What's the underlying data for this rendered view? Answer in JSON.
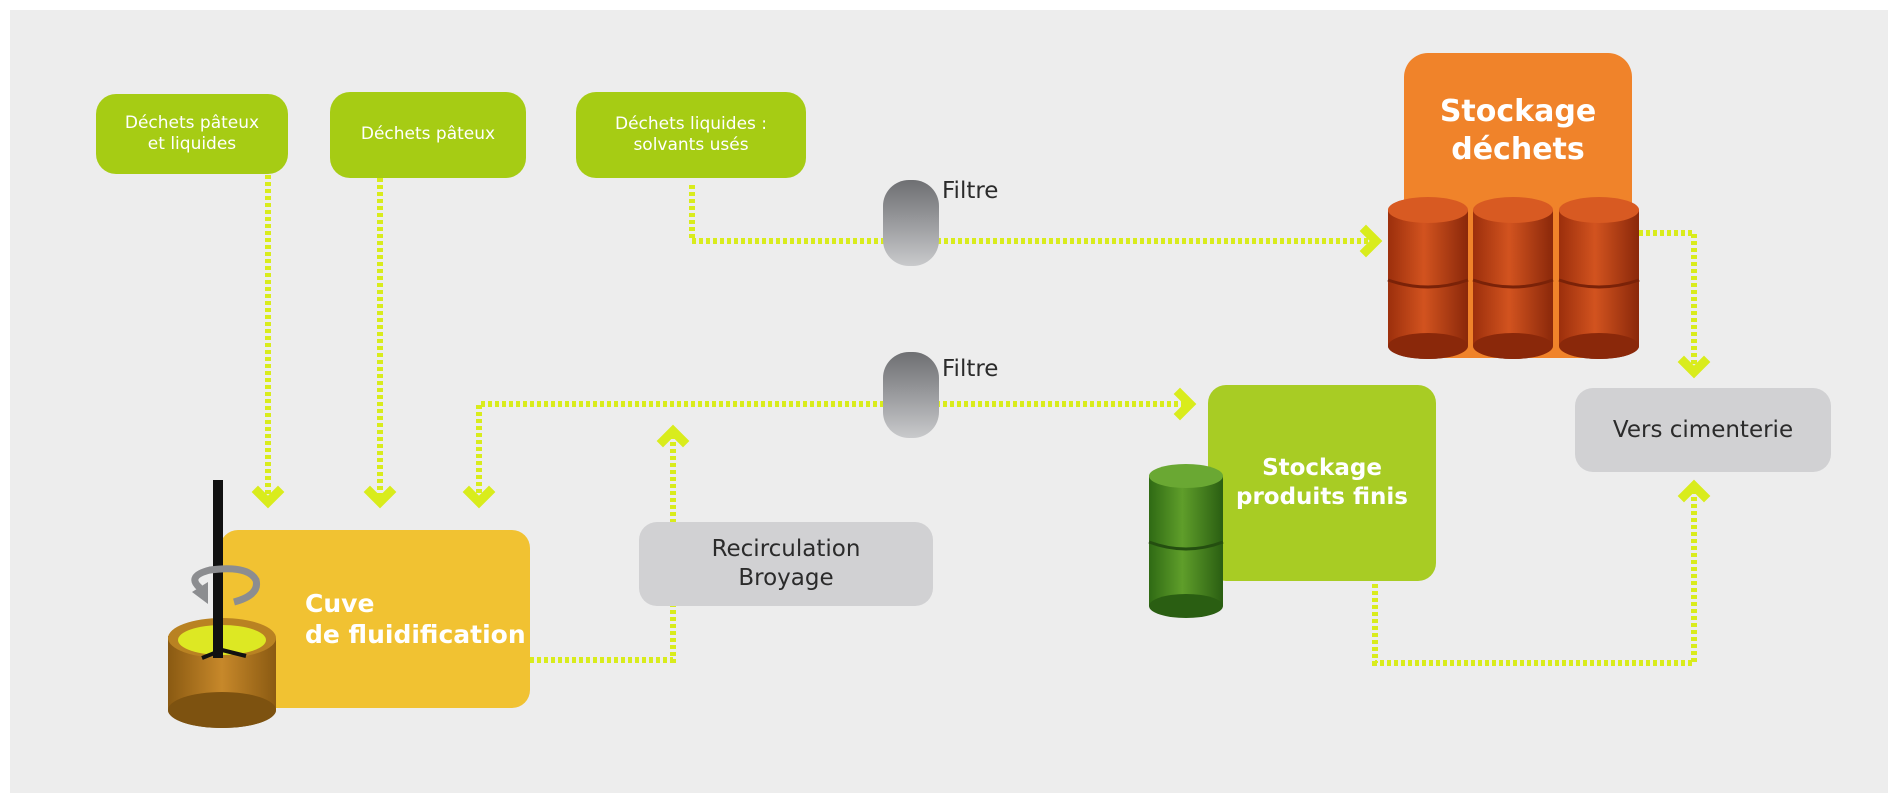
{
  "sources": {
    "source1": "Déchets pâteux\net liquides",
    "source2": "Déchets pâteux",
    "source3": "Déchets liquides :\nsolvants usés"
  },
  "filters": {
    "top": "Filtre",
    "bottom": "Filtre"
  },
  "storage": {
    "waste": "Stockage\ndéchets",
    "finished": "Stockage\nproduits finis"
  },
  "tank": {
    "label": "Cuve\nde fluidification"
  },
  "recirculation": {
    "label": "Recirculation\nBroyage"
  },
  "destination": {
    "label": "Vers cimenterie"
  },
  "colors": {
    "flow": "#d9ec1c",
    "source_green": "#a6cc14",
    "waste_orange": "#f0832a",
    "barrel_red": "#c84618",
    "finished_green": "#a8cc24",
    "barrel_green": "#4e8f22",
    "tank_yellow": "#f1c232",
    "grey_box": "#d1d1d3",
    "filter_grey": "#8e8f92"
  },
  "icons": [
    "filter-icon",
    "barrel-icon",
    "mixer-tank-icon",
    "rotation-arrow-icon",
    "flow-arrow-icon"
  ]
}
